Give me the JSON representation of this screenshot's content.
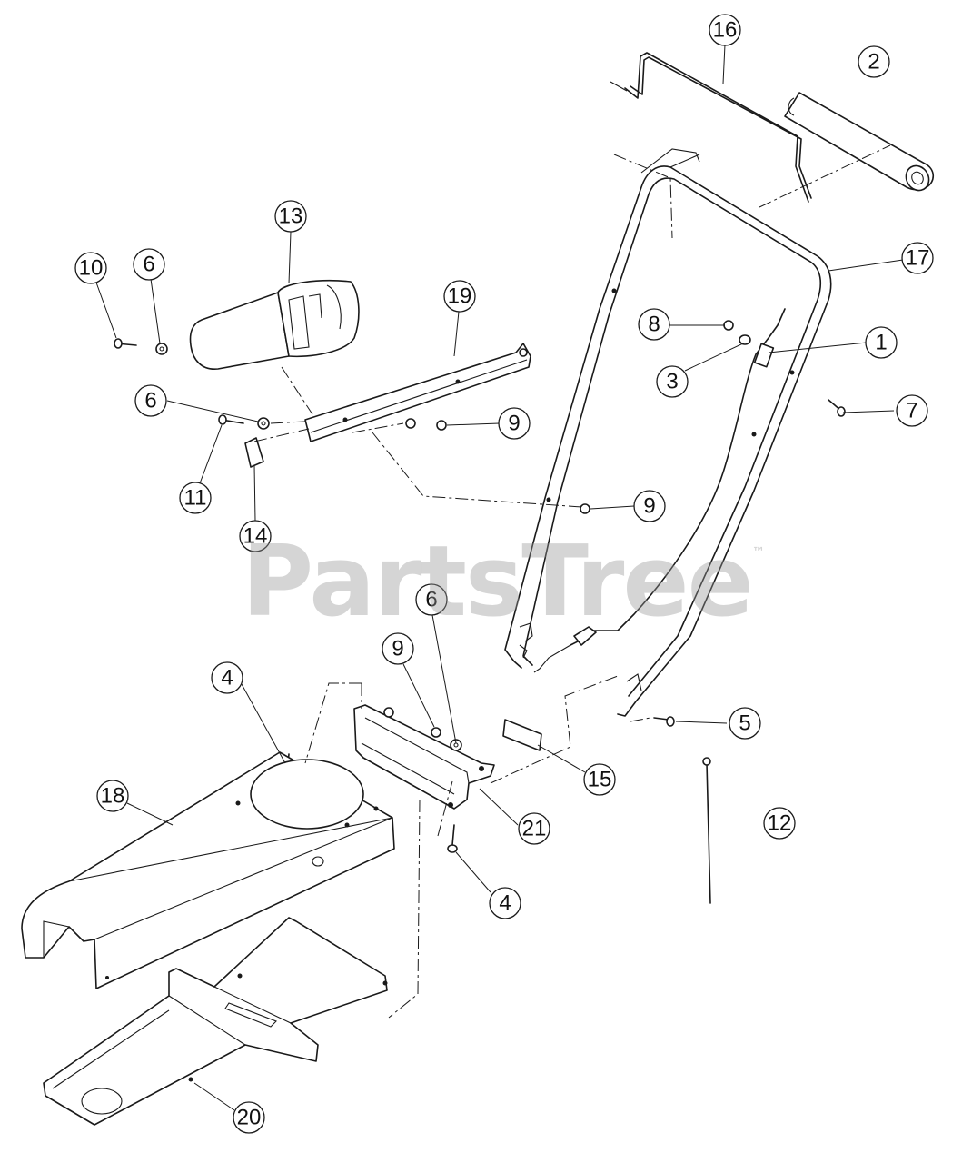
{
  "watermark": {
    "text": "PartsTree",
    "mark": "™"
  },
  "callouts": [
    {
      "id": "c16",
      "label": "16"
    },
    {
      "id": "c2",
      "label": "2"
    },
    {
      "id": "c17",
      "label": "17"
    },
    {
      "id": "c13",
      "label": "13"
    },
    {
      "id": "c10",
      "label": "10"
    },
    {
      "id": "c6a",
      "label": "6"
    },
    {
      "id": "c19",
      "label": "19"
    },
    {
      "id": "c8",
      "label": "8"
    },
    {
      "id": "c1",
      "label": "1"
    },
    {
      "id": "c3",
      "label": "3"
    },
    {
      "id": "c7",
      "label": "7"
    },
    {
      "id": "c6b",
      "label": "6"
    },
    {
      "id": "c9a",
      "label": "9"
    },
    {
      "id": "c11",
      "label": "11"
    },
    {
      "id": "c14",
      "label": "14"
    },
    {
      "id": "c9b",
      "label": "9"
    },
    {
      "id": "c6c",
      "label": "6"
    },
    {
      "id": "c9c",
      "label": "9"
    },
    {
      "id": "c4a",
      "label": "4"
    },
    {
      "id": "c5",
      "label": "5"
    },
    {
      "id": "c18",
      "label": "18"
    },
    {
      "id": "c15",
      "label": "15"
    },
    {
      "id": "c21",
      "label": "21"
    },
    {
      "id": "c12",
      "label": "12"
    },
    {
      "id": "c4b",
      "label": "4"
    },
    {
      "id": "c20",
      "label": "20"
    }
  ]
}
